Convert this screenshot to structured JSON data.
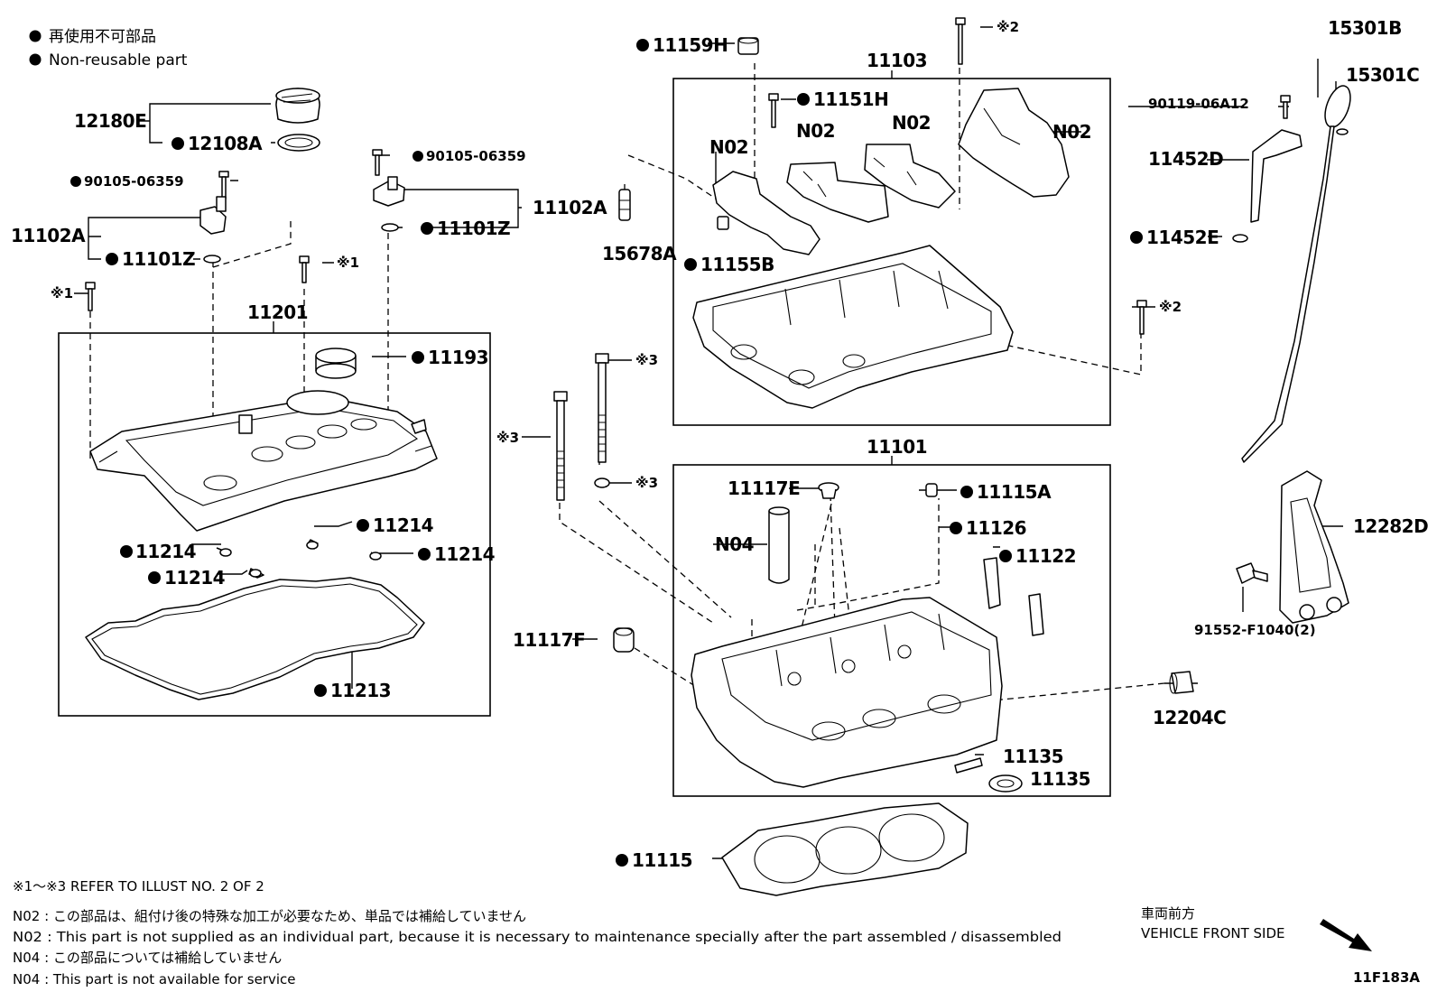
{
  "legend": {
    "jp": "再使用不可部品",
    "en": "Non-reusable part"
  },
  "parts": {
    "p12180E": "12180E",
    "p12108A": "12108A",
    "p90105_a": "90105-06359",
    "p90105_b": "90105-06359",
    "p11102A_left": "11102A",
    "p11102A_right": "11102A",
    "p11101Z_left": "11101Z",
    "p11101Z_right": "11101Z",
    "ref1_a": "※1",
    "ref1_b": "※1",
    "p11201": "11201",
    "p11193": "11193",
    "p11214_1": "11214",
    "p11214_2": "11214",
    "p11214_3": "11214",
    "p11214_4": "11214",
    "p11213": "11213",
    "p11159H": "11159H",
    "p11151H": "11151H",
    "p11103": "11103",
    "ref2_a": "※2",
    "ref2_b": "※2",
    "n02_a": "N02",
    "n02_b": "N02",
    "n02_c": "N02",
    "n02_d": "N02",
    "p15678A": "15678A",
    "p11155B": "11155B",
    "ref3_a": "※3",
    "ref3_b": "※3",
    "ref3_c": "※3",
    "p11101": "11101",
    "p11117E": "11117E",
    "p11115A": "11115A",
    "n04": "N04",
    "p11126": "11126",
    "p11122": "11122",
    "p11117F": "11117F",
    "p11135_a": "11135",
    "p11135_b": "11135",
    "p11115": "11115",
    "p15301B": "15301B",
    "p15301C": "15301C",
    "p90119": "90119-06A12",
    "p11452D": "11452D",
    "p11452E": "11452E",
    "p12282D": "12282D",
    "p91552": "91552-F1040(2)",
    "p12204C": "12204C"
  },
  "notes": {
    "refer": "※1～※3  REFER TO ILLUST NO. 2 OF 2",
    "n02_jp": "N02 : この部品は、組付け後の特殊な加工が必要なため、単品では補給していません",
    "n02_en": "N02 : This part is not supplied as an individual part, because it is necessary to maintenance specially after the part assembled / disassembled",
    "n04_jp": "N04 : この部品については補給していません",
    "n04_en": "N04 : This part is not available for service"
  },
  "front": {
    "jp": "車両前方",
    "en": "VEHICLE FRONT SIDE"
  },
  "illust_id": "11F183A",
  "colors": {
    "ink": "#000000",
    "paper": "#ffffff"
  }
}
